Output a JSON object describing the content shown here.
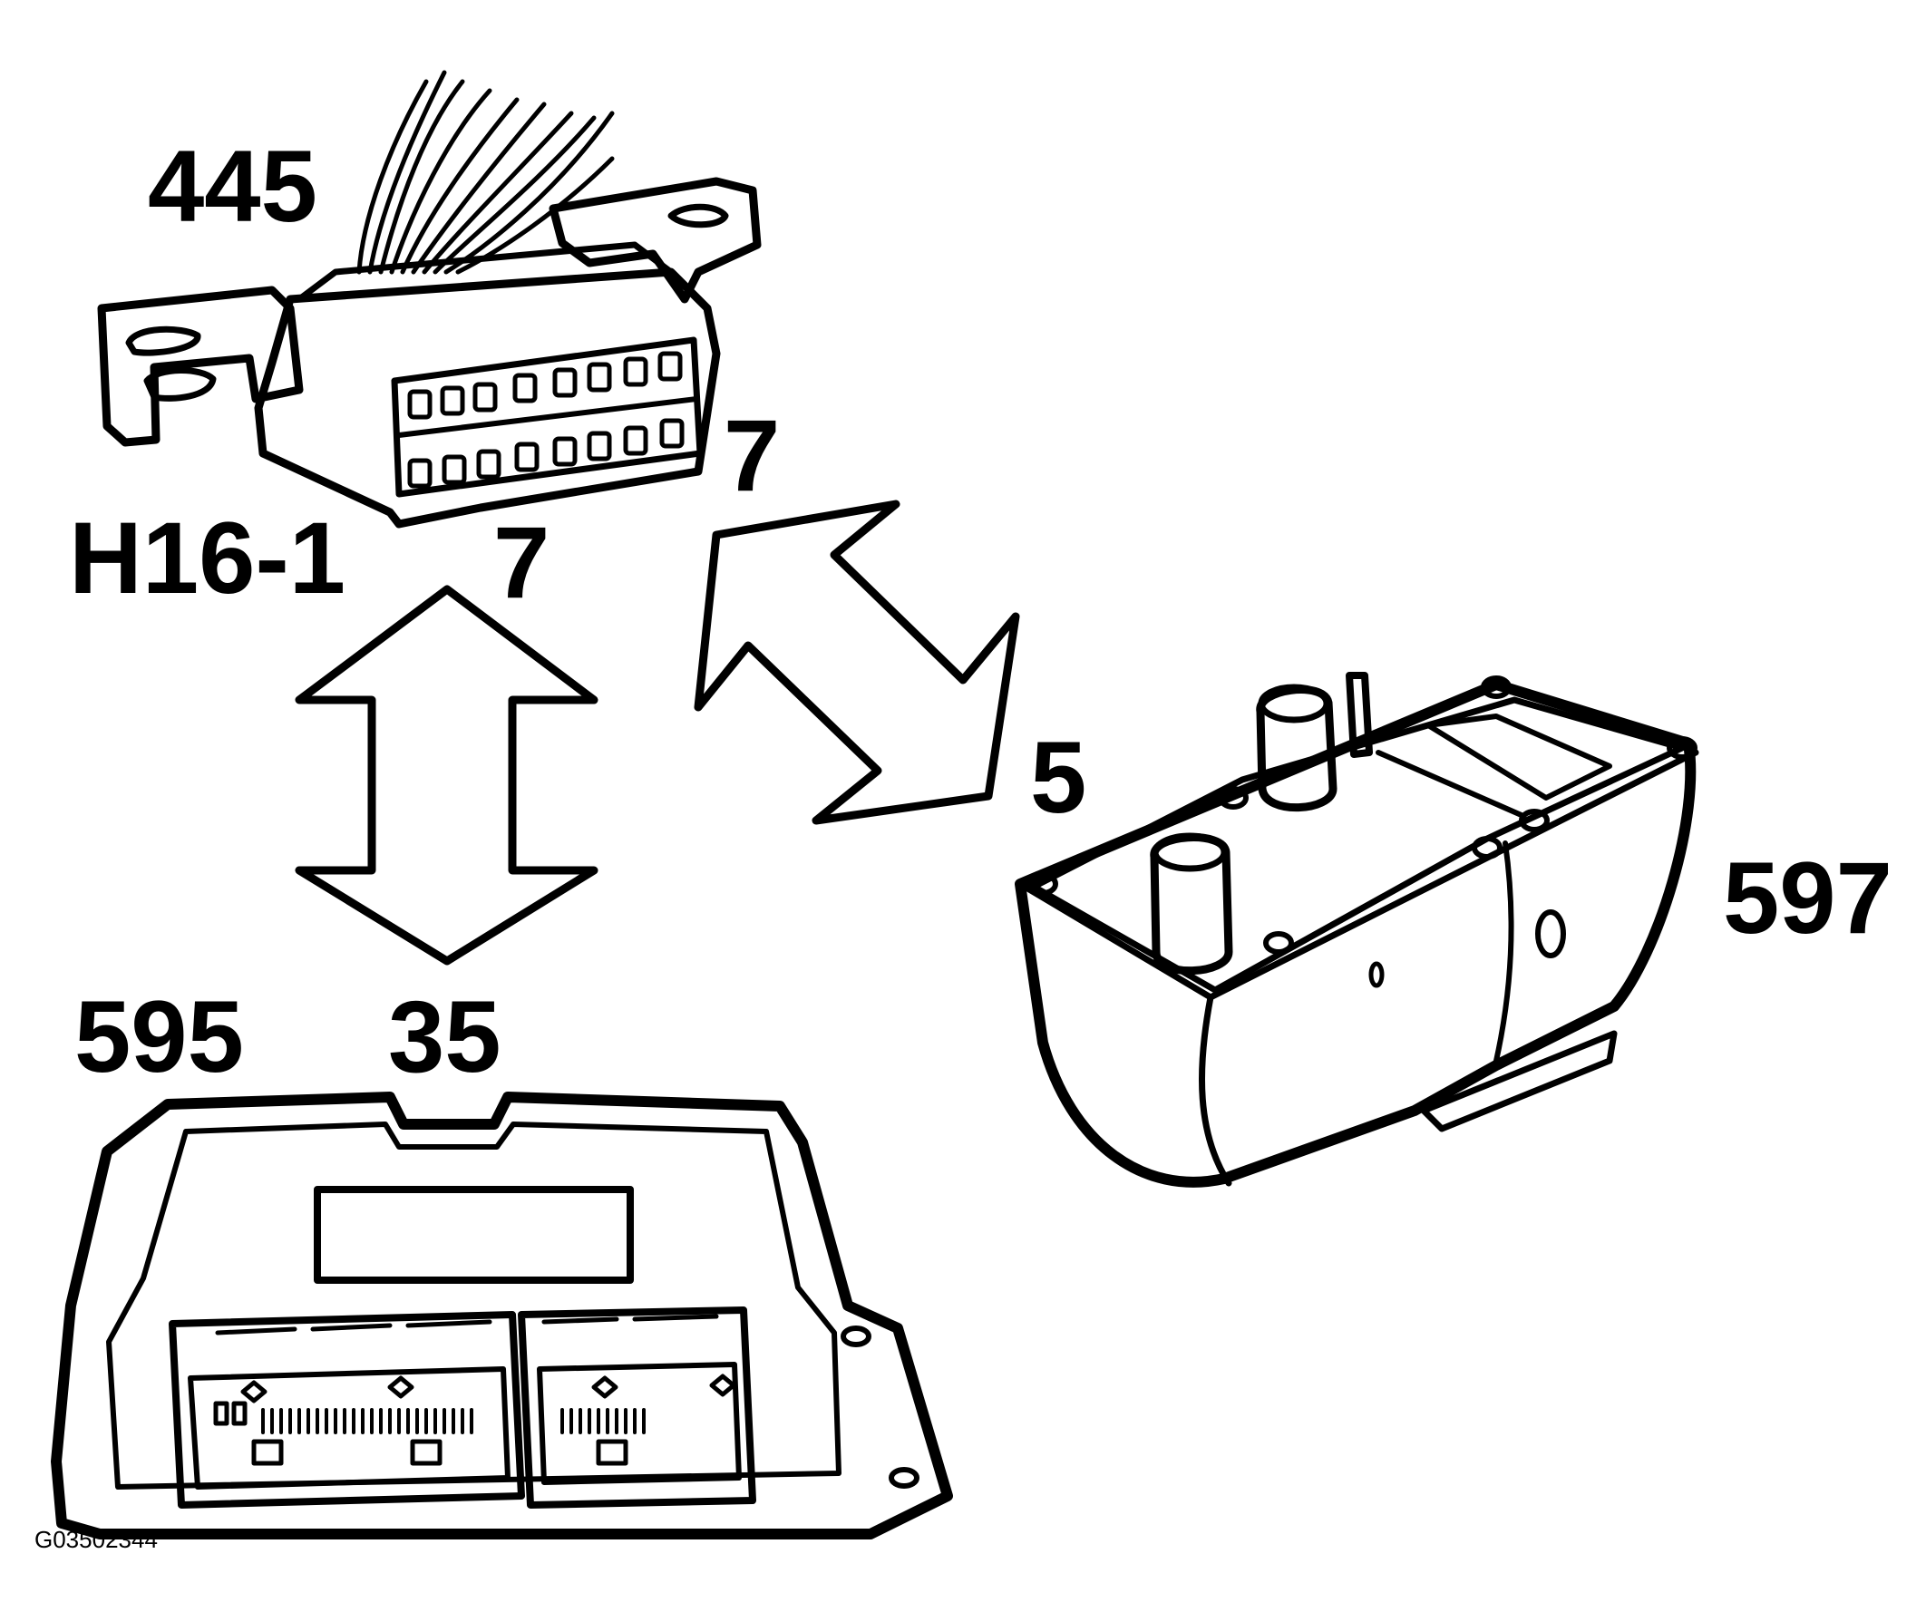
{
  "labels": {
    "diag_connector_number": "445",
    "diag_connector_id": "H16-1",
    "pin_connector_to_ecm": "7",
    "pin_connector_to_heater": "7",
    "pin_heater": "5",
    "heater_number": "597",
    "ecm_number": "595",
    "pin_ecm": "35",
    "figure_code": "G03502344"
  },
  "components": [
    {
      "id": "445",
      "icon": "obd-diagnostic-connector-icon"
    },
    {
      "id": "595",
      "icon": "engine-control-module-icon"
    },
    {
      "id": "597",
      "icon": "auxiliary-heater-unit-icon"
    }
  ],
  "colors": {
    "line": "#000000",
    "background": "#ffffff"
  }
}
